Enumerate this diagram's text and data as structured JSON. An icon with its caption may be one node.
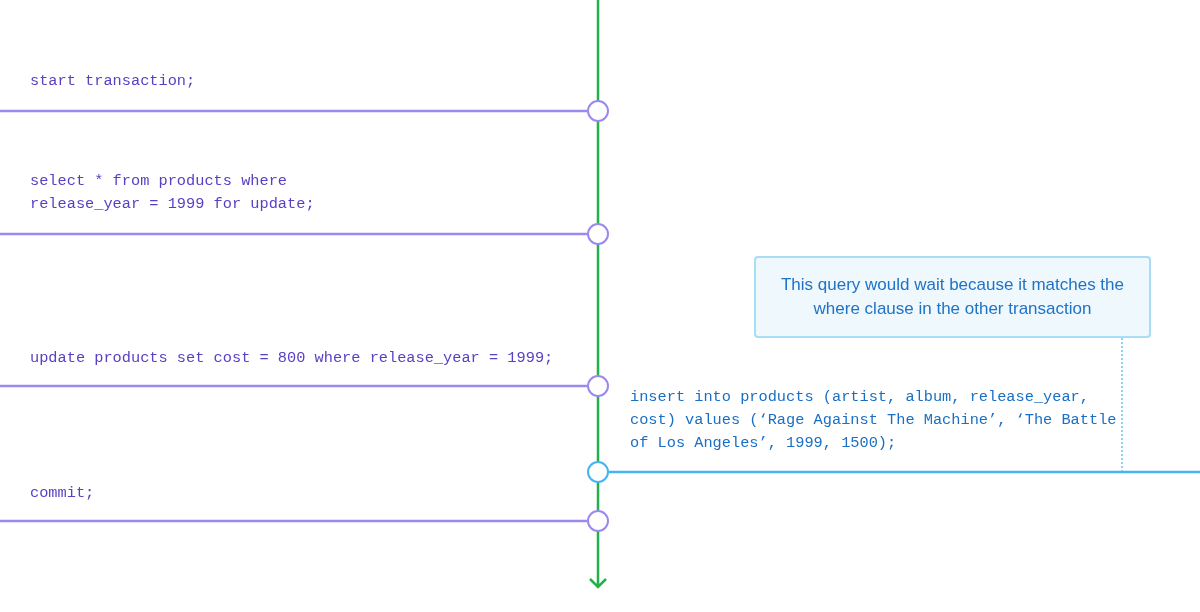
{
  "diagram": {
    "nodes": [
      {
        "text": [],
        "shape": "circle"
      },
      {
        "text": [],
        "shape": "circle"
      },
      {
        "text": [
          "This query would wait because it matches the where clause in the other transaction"
        ]
      },
      {
        "text": [],
        "shape": "circle"
      },
      {
        "text": [],
        "shape": "circle"
      },
      {
        "text": [],
        "shape": "circle"
      }
    ],
    "edges": [
      {
        "from": null,
        "to": 0,
        "arrow": "none"
      },
      {
        "from": null,
        "to": 1,
        "arrow": "none"
      },
      {
        "from": null,
        "to": 3,
        "arrow": "none"
      },
      {
        "from": 4,
        "to": null,
        "arrow": "none",
        "color": "#45b4f0"
      },
      {
        "from": null,
        "to": 5,
        "arrow": "none"
      },
      {
        "from": 2,
        "to": null,
        "arrow": "none",
        "style": "dashed",
        "color": "#6cc2ee"
      }
    ],
    "labels": [
      "start transaction;",
      "select * from products where release_year = 1999 for update;",
      "update products set cost = 800 where release_year = 1999;",
      "insert into products (artist, album, release_year, cost) values (‘Rage Against The Machine’, ‘The Battle of Los Angeles’, 1999, 1500);",
      "commit;"
    ]
  }
}
